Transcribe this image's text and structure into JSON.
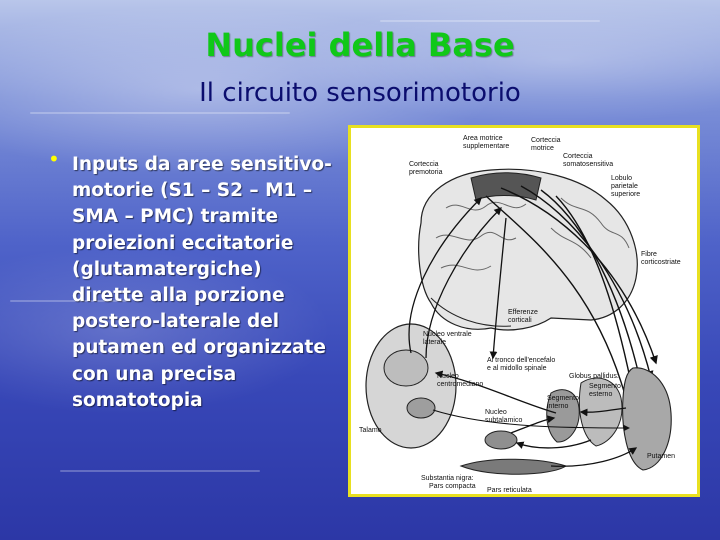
{
  "slide": {
    "title": "Nuclei della Base",
    "subtitle": "Il circuito sensorimotorio",
    "bullet_text": "Inputs da aree sensitivo-motorie (S1 – S2 – M1 – SMA – PMC) tramite proiezioni eccitatorie (glutamatergiche) dirette alla porzione postero-laterale del putamen ed organizzate con una precisa somatotopia",
    "colors": {
      "title": "#10c818",
      "subtitle": "#0b0d6e",
      "bullet": "#ffff00",
      "frame": "#e8e020"
    }
  },
  "figure": {
    "labels": {
      "area_motrice": "Area motrice",
      "supplementare": "supplementare",
      "corteccia_motrice_1": "Corteccia",
      "corteccia_motrice_2": "motrice",
      "corteccia_somato_1": "Corteccia",
      "corteccia_somato_2": "somatosensitiva",
      "corteccia_premotoria_1": "Corteccia",
      "corteccia_premotoria_2": "premotoria",
      "lobulo_1": "Lobulo",
      "lobulo_2": "parietale",
      "lobulo_3": "superiore",
      "fibre_1": "Fibre",
      "fibre_2": "corticostriate",
      "efferenze_1": "Efferenze",
      "efferenze_2": "corticali",
      "nucleo_ventrale_1": "Nucleo ventrale",
      "nucleo_ventrale_2": "laterale",
      "tronco_1": "Al tronco dell'encefalo",
      "tronco_2": "e al midollo spinale",
      "centromediano_1": "Nucleo",
      "centromediano_2": "centromediano",
      "globus": "Globus pallidus:",
      "segmento_esterno_1": "Segmento",
      "segmento_esterno_2": "esterno",
      "segmento_interno_1": "Segmento",
      "segmento_interno_2": "interno",
      "subtalamico_1": "Nucleo",
      "subtalamico_2": "subtalamico",
      "talamo": "Talamo",
      "putamen": "Putamen",
      "substantia": "Substantia nigra:",
      "pars_compacta": "Pars compacta",
      "pars_reticulata": "Pars reticulata"
    }
  }
}
